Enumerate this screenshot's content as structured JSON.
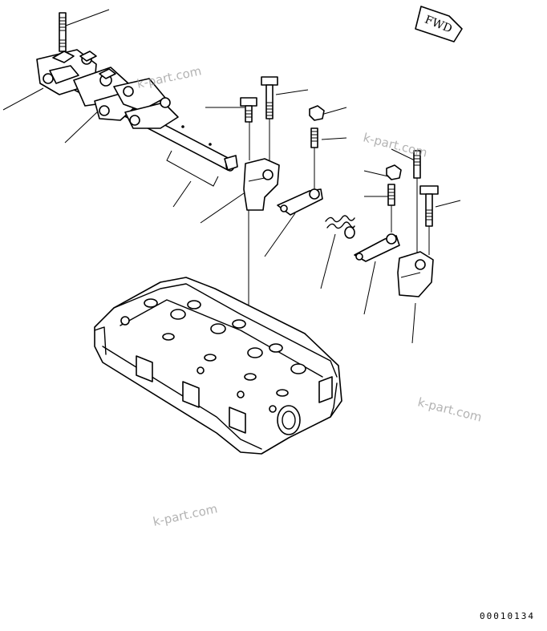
{
  "diagram": {
    "fwd_label": "FWD",
    "watermarks": [
      "k-part.com",
      "k-part.com",
      "k-part.com",
      "k-part.com"
    ],
    "reference_number": "00010134"
  }
}
